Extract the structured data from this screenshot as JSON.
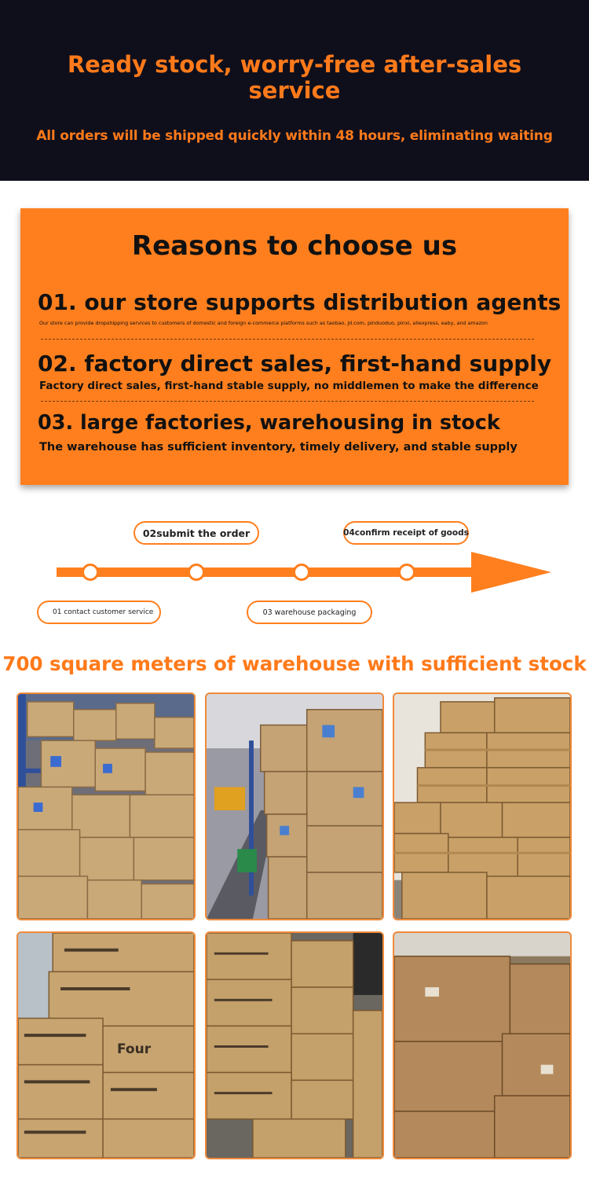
{
  "header": {
    "title": "Ready stock, worry-free after-sales service",
    "subtitle": "All orders will be shipped quickly within 48 hours, eliminating waiting"
  },
  "reasons": {
    "title": "Reasons to choose us",
    "items": [
      {
        "heading": "01. our store supports distribution agents",
        "description": "Our store can provide dropshipping services to customers of domestic and foreign e-commerce platforms such as taobao, jd.com, pinduoduo, pinxi, aliexpress, eaby, and amazon"
      },
      {
        "heading": "02. factory direct sales, first-hand supply",
        "description": "Factory direct sales, first-hand stable supply, no middlemen to make the difference"
      },
      {
        "heading": "03. large factories, warehousing in stock",
        "description": "The warehouse has sufficient inventory, timely delivery, and stable supply"
      }
    ]
  },
  "process": {
    "steps": [
      {
        "label": "01 contact customer service"
      },
      {
        "label": "02submit the order"
      },
      {
        "label": "03 warehouse packaging"
      },
      {
        "label": "04confirm receipt of goods"
      }
    ]
  },
  "warehouse": {
    "title": "700 square meters of warehouse with sufficient stock",
    "photos": [
      {
        "box_text": ""
      },
      {
        "box_text": ""
      },
      {
        "box_text": ""
      },
      {
        "box_text": "Four"
      },
      {
        "box_text": ""
      },
      {
        "box_text": ""
      }
    ]
  },
  "colors": {
    "accent": "#ff7f1e",
    "header_bg": "#0f0f1c",
    "text_dark": "#111111"
  }
}
